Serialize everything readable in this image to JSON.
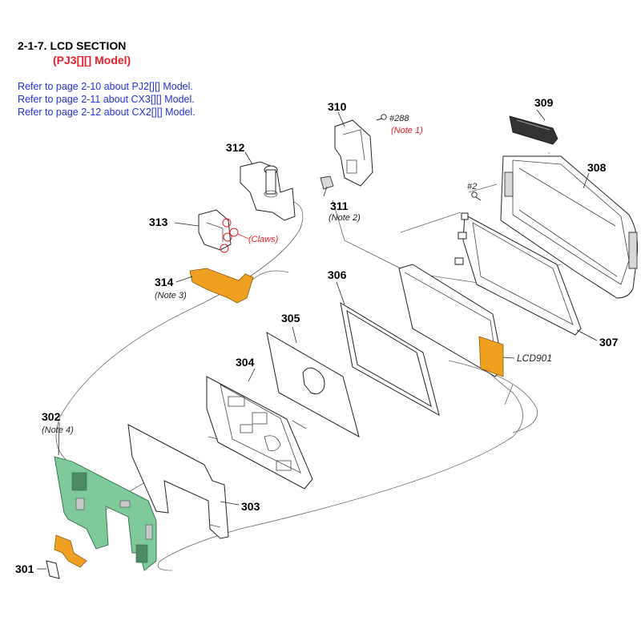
{
  "header": {
    "title": "2-1-7. LCD SECTION",
    "model": "(PJ3[][] Model)",
    "refs": [
      "Refer to page 2-10 about PJ2[][] Model.",
      "Refer to page 2-11 about CX3[][] Model.",
      "Refer to page 2-12 about CX2[][] Model."
    ]
  },
  "parts": {
    "p301": "301",
    "p302": "302",
    "p303": "303",
    "p304": "304",
    "p305": "305",
    "p306": "306",
    "p307": "307",
    "p308": "308",
    "p309": "309",
    "p310": "310",
    "p311": "311",
    "p312": "312",
    "p313": "313",
    "p314": "314",
    "lcd901": "LCD901"
  },
  "notes": {
    "note1": "(Note 1)",
    "note2": "(Note 2)",
    "note3": "(Note 3)",
    "note4": "(Note 4)",
    "claws": "(Claws)"
  },
  "screws": {
    "s288": "#288",
    "s2": "#2"
  },
  "colors": {
    "accent_red": "#e8202a",
    "ref_blue": "#2233dd",
    "flex_orange": "#f0a020",
    "board_green": "#7fc99a"
  }
}
